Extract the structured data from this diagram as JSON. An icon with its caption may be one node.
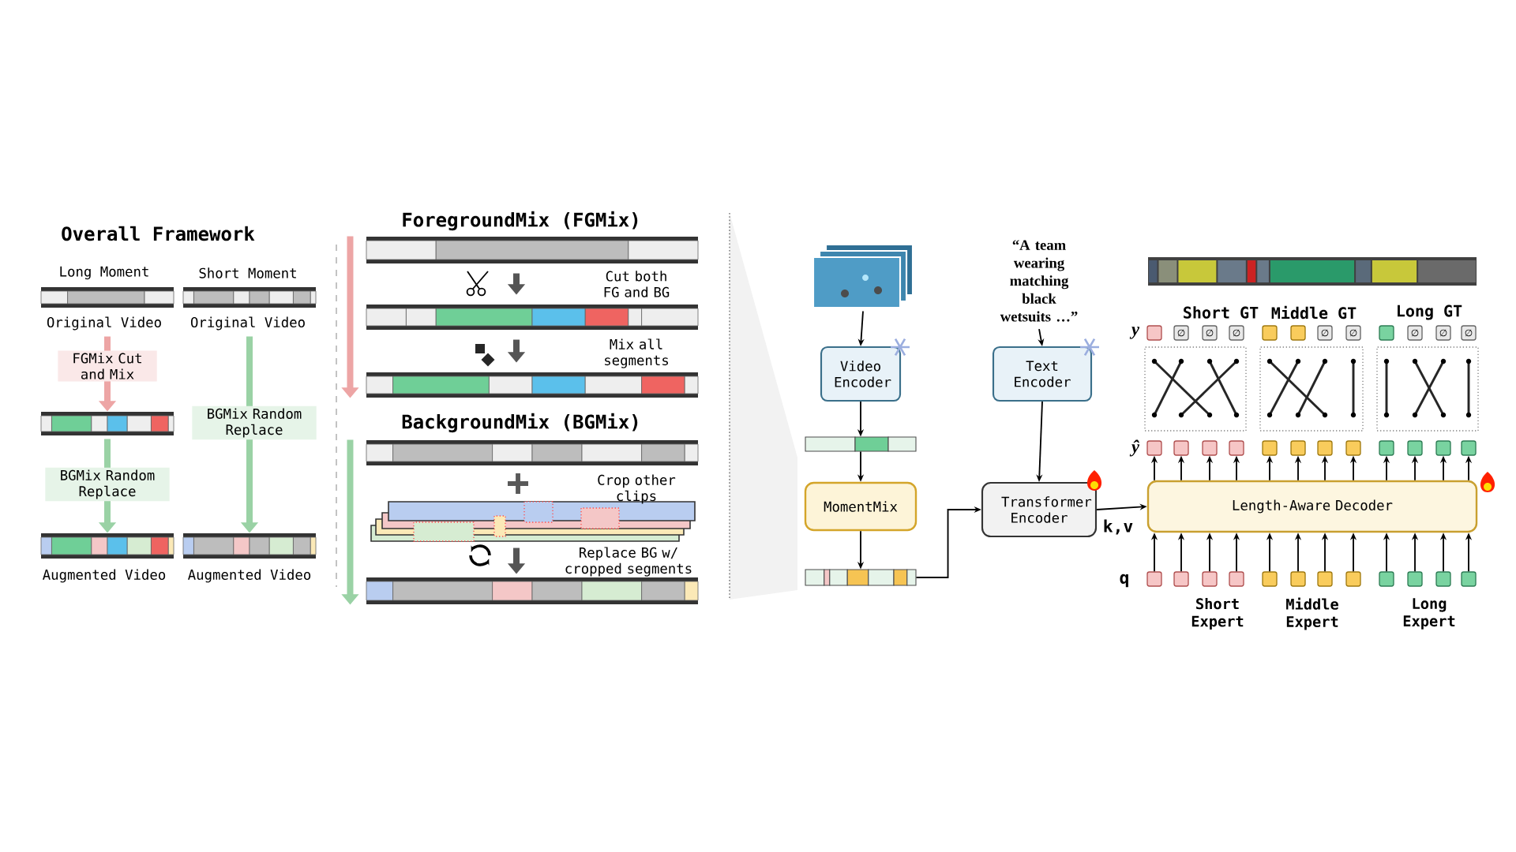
{
  "diagram": {
    "nodes": [
      {
        "text": [],
        "shape": "bar",
        "beside": [
          "Long Moment",
          "Original Video"
        ]
      },
      {
        "text": [],
        "shape": "bar",
        "beside": [
          "Short Moment",
          "Original Video"
        ]
      },
      {
        "text": [],
        "shape": "bar"
      },
      {
        "text": [],
        "shape": "bar",
        "beside": [
          "Augmented Video"
        ]
      },
      {
        "text": [],
        "shape": "bar",
        "beside": [
          "Augmented Video"
        ]
      },
      {
        "text": [],
        "shape": "bar"
      },
      {
        "text": [],
        "shape": "bar"
      },
      {
        "text": [],
        "shape": "bar"
      },
      {
        "text": [],
        "shape": "bar"
      },
      {
        "text": [],
        "shape": "bar"
      },
      {
        "text": [],
        "shape": "bar"
      },
      {
        "text": [],
        "shape": "picture"
      },
      {
        "text": [
          "Video Encoder"
        ]
      },
      {
        "text": [],
        "shape": "bar"
      },
      {
        "text": [
          "MomentMix"
        ]
      },
      {
        "text": [],
        "shape": "bar"
      },
      {
        "text": [
          "“A team wearing matching black wetsuits …”"
        ]
      },
      {
        "text": [
          "Text Encoder"
        ]
      },
      {
        "text": [
          "Transformer Encoder"
        ]
      },
      {
        "text": [
          "Length-Aware Decoder"
        ]
      },
      {
        "text": [],
        "shape": "picture"
      },
      {
        "text": [],
        "shape": "box"
      },
      {
        "text": [
          "∅"
        ]
      },
      {
        "text": [
          "∅"
        ]
      },
      {
        "text": [
          "∅"
        ]
      },
      {
        "text": [],
        "shape": "box"
      },
      {
        "text": [],
        "shape": "box"
      },
      {
        "text": [
          "∅"
        ]
      },
      {
        "text": [
          "∅"
        ]
      },
      {
        "text": [],
        "shape": "box"
      },
      {
        "text": [
          "∅"
        ]
      },
      {
        "text": [
          "∅"
        ]
      },
      {
        "text": [
          "∅"
        ]
      },
      {
        "text": [],
        "shape": "box"
      },
      {
        "text": [],
        "shape": "box"
      },
      {
        "text": [],
        "shape": "box"
      },
      {
        "text": [],
        "shape": "box"
      },
      {
        "text": [],
        "shape": "box"
      },
      {
        "text": [],
        "shape": "box"
      },
      {
        "text": [],
        "shape": "box"
      },
      {
        "text": [],
        "shape": "box"
      },
      {
        "text": [],
        "shape": "box"
      },
      {
        "text": [],
        "shape": "box"
      },
      {
        "text": [],
        "shape": "box"
      },
      {
        "text": [],
        "shape": "box"
      },
      {
        "text": [],
        "shape": "box"
      },
      {
        "text": [],
        "shape": "box"
      },
      {
        "text": [],
        "shape": "box"
      },
      {
        "text": [],
        "shape": "box"
      },
      {
        "text": [],
        "shape": "box"
      },
      {
        "text": [],
        "shape": "box"
      },
      {
        "text": [],
        "shape": "box"
      },
      {
        "text": [],
        "shape": "box"
      },
      {
        "text": [],
        "shape": "box"
      },
      {
        "text": [],
        "shape": "box"
      },
      {
        "text": [],
        "shape": "box"
      },
      {
        "text": [],
        "shape": "box"
      },
      {
        "text": [],
        "shape": "box"
      },
      {
        "text": [],
        "shape": "box"
      },
      {
        "text": [],
        "shape": "box"
      }
    ],
    "edges": [
      {
        "from": 0,
        "to": 2,
        "arrow": "to",
        "label": "FGMix Cut and Mix",
        "style": "thick",
        "color": "#eda5a5"
      },
      {
        "from": 2,
        "to": 3,
        "arrow": "to",
        "label": "BGMix Random Replace",
        "style": "thick",
        "color": "#9ad2a5"
      },
      {
        "from": 1,
        "to": 4,
        "arrow": "to",
        "label": "BGMix Random Replace",
        "style": "thick",
        "color": "#9ad2a5"
      },
      {
        "from": 5,
        "to": 7,
        "arrow": "to",
        "style": "thick",
        "color": "#eda5a5"
      },
      {
        "from": 5,
        "to": 6,
        "arrow": "to",
        "style": "thick",
        "color": "#555555"
      },
      {
        "from": 6,
        "to": 7,
        "arrow": "to",
        "style": "thick",
        "color": "#555555"
      },
      {
        "from": 8,
        "to": 10,
        "arrow": "to",
        "style": "thick",
        "color": "#9ad2a5"
      },
      {
        "from": 9,
        "to": 10,
        "arrow": "to",
        "style": "thick",
        "color": "#555555"
      },
      {
        "from": 11,
        "to": 12,
        "arrow": "to"
      },
      {
        "from": 12,
        "to": 13,
        "arrow": "to"
      },
      {
        "from": 13,
        "to": 14,
        "arrow": "to"
      },
      {
        "from": 14,
        "to": 15,
        "arrow": "to"
      },
      {
        "from": 15,
        "to": 18,
        "arrow": "to"
      },
      {
        "from": 16,
        "to": 17,
        "arrow": "to"
      },
      {
        "from": 17,
        "to": 18,
        "arrow": "to"
      },
      {
        "from": 18,
        "to": 19,
        "arrow": "to",
        "label": "k,v"
      },
      {
        "from": 48,
        "to": 19,
        "arrow": "to"
      },
      {
        "from": 49,
        "to": 19,
        "arrow": "to"
      },
      {
        "from": 50,
        "to": 19,
        "arrow": "to"
      },
      {
        "from": 51,
        "to": 19,
        "arrow": "to"
      },
      {
        "from": 52,
        "to": 19,
        "arrow": "to"
      },
      {
        "from": 53,
        "to": 19,
        "arrow": "to"
      },
      {
        "from": 54,
        "to": 19,
        "arrow": "to"
      },
      {
        "from": 55,
        "to": 19,
        "arrow": "to"
      },
      {
        "from": 56,
        "to": 19,
        "arrow": "to"
      },
      {
        "from": 57,
        "to": 19,
        "arrow": "to"
      },
      {
        "from": 58,
        "to": 19,
        "arrow": "to"
      },
      {
        "from": 59,
        "to": 19,
        "arrow": "to"
      },
      {
        "from": 19,
        "to": 36,
        "arrow": "to"
      },
      {
        "from": 19,
        "to": 37,
        "arrow": "to"
      },
      {
        "from": 19,
        "to": 38,
        "arrow": "to"
      },
      {
        "from": 19,
        "to": 39,
        "arrow": "to"
      },
      {
        "from": 19,
        "to": 40,
        "arrow": "to"
      },
      {
        "from": 19,
        "to": 41,
        "arrow": "to"
      },
      {
        "from": 19,
        "to": 42,
        "arrow": "to"
      },
      {
        "from": 19,
        "to": 43,
        "arrow": "to"
      },
      {
        "from": 19,
        "to": 44,
        "arrow": "to"
      },
      {
        "from": 19,
        "to": 45,
        "arrow": "to"
      },
      {
        "from": 19,
        "to": 46,
        "arrow": "to"
      },
      {
        "from": 19,
        "to": 47,
        "arrow": "to"
      }
    ],
    "labels": [
      "Overall Framework",
      "ForegroundMix (FGMix)",
      "Cut both FG and BG",
      "Mix all segments",
      "BackgroundMix (BGMix)",
      "Crop other clips",
      "Replace BG w/ cropped segments",
      "Short GT",
      "Middle GT",
      "Long GT",
      "y",
      "ŷ",
      "q",
      "Short Expert",
      "Middle Expert",
      "Long Expert"
    ]
  }
}
